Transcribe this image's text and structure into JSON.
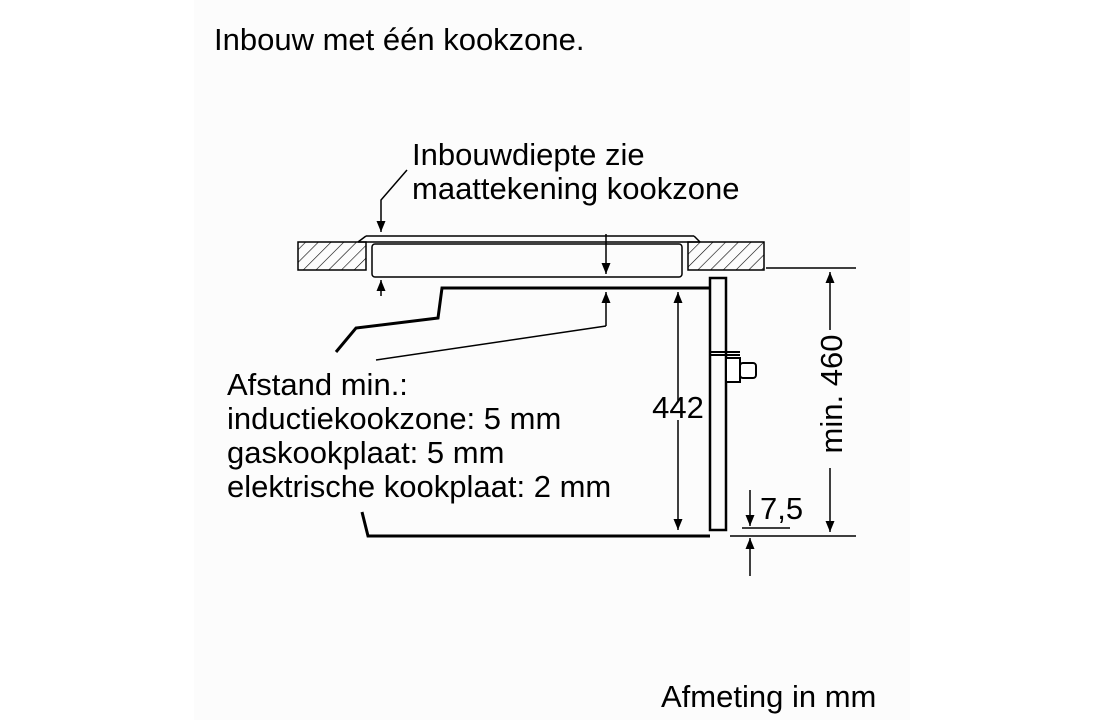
{
  "title": "Inbouw met één kookzone.",
  "callout_top": {
    "line1": "Inbouwdiepte zie",
    "line2": "maattekening kookzone"
  },
  "callout_bottom": {
    "line1": "Afstand min.:",
    "line2": "inductiekookzone: 5 mm",
    "line3": "gaskookplaat: 5 mm",
    "line4": "elektrische kookplaat: 2 mm"
  },
  "dimensions": {
    "height_inner": "442",
    "height_min": "min. 460",
    "offset": "7,5"
  },
  "units_note": "Afmeting in mm"
}
